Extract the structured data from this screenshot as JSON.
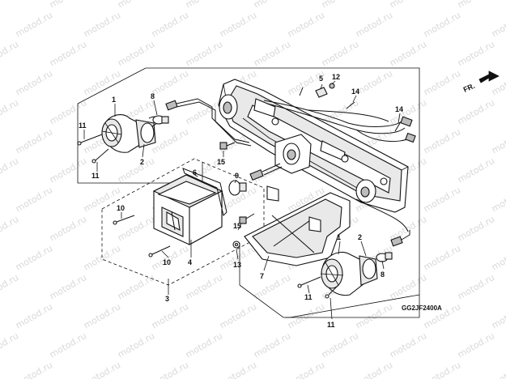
{
  "watermark": "motod.ru",
  "direction_label": "FR.",
  "diagram_code": "GG2JF2400A",
  "callouts": [
    {
      "id": "c1a",
      "text": "1"
    },
    {
      "id": "c2a",
      "text": "2"
    },
    {
      "id": "c8a",
      "text": "8"
    },
    {
      "id": "c11a",
      "text": "11"
    },
    {
      "id": "c11b",
      "text": "11"
    },
    {
      "id": "c5",
      "text": "5"
    },
    {
      "id": "c12",
      "text": "12"
    },
    {
      "id": "c14a",
      "text": "14"
    },
    {
      "id": "c14b",
      "text": "14"
    },
    {
      "id": "c15a",
      "text": "15"
    },
    {
      "id": "c6",
      "text": "6"
    },
    {
      "id": "c9",
      "text": "9"
    },
    {
      "id": "c10a",
      "text": "10"
    },
    {
      "id": "c10b",
      "text": "10"
    },
    {
      "id": "c4",
      "text": "4"
    },
    {
      "id": "c3",
      "text": "3"
    },
    {
      "id": "c15b",
      "text": "15"
    },
    {
      "id": "c13",
      "text": "13"
    },
    {
      "id": "c7",
      "text": "7"
    },
    {
      "id": "c1b",
      "text": "1"
    },
    {
      "id": "c2b",
      "text": "2"
    },
    {
      "id": "c8b",
      "text": "8"
    },
    {
      "id": "c11c",
      "text": "11"
    },
    {
      "id": "c11d",
      "text": "11"
    }
  ]
}
